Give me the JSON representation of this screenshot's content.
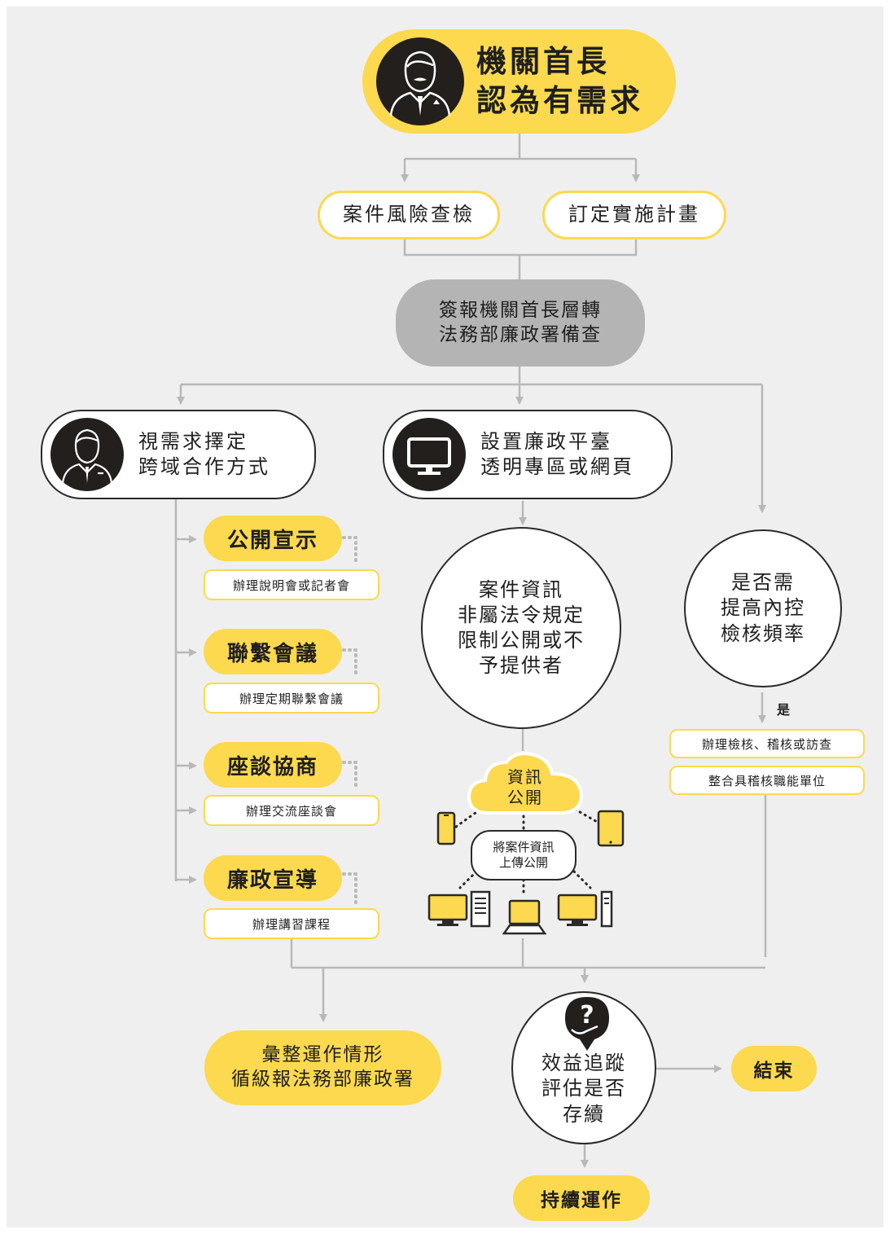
{
  "top": {
    "title": "機關首長\n認為有需求"
  },
  "step_a": "案件風險查檢",
  "step_b": "訂定實施計畫",
  "report": "簽報機關首長層轉\n法務部廉政署備查",
  "cross": {
    "title": "視需求擇定\n跨域合作方式"
  },
  "platform": {
    "title": "設置廉政平臺\n透明專區或網頁"
  },
  "methods": [
    {
      "title": "公開宣示",
      "detail": "辦理說明會或記者會"
    },
    {
      "title": "聯繫會議",
      "detail": "辦理定期聯繫會議"
    },
    {
      "title": "座談協商",
      "detail": "辦理交流座談會"
    },
    {
      "title": "廉政宣導",
      "detail": "辦理講習課程"
    }
  ],
  "case_info": "案件資訊\n非屬法令規定\n限制公開或不\n予提供者",
  "cloud": "資訊\n公開",
  "upload": "將案件資訊\n上傳公開",
  "inner_control": "是否需\n提高內控\n檢核頻率",
  "yes_label": "是",
  "audit": "辦理檢核、稽核或訪查",
  "integrate": "整合具稽核職能單位",
  "summary": "彙整運作情形\n循級報法務部廉政署",
  "evaluate": "效益追蹤\n評估是否\n存續",
  "end": "結束",
  "continue": "持續運作",
  "colors": {
    "accent": "#fcd94e",
    "grey_box": "#b4b4b4",
    "panel": "#efefef",
    "connector": "#b8b8b8",
    "icon_dark": "#231f1c"
  }
}
